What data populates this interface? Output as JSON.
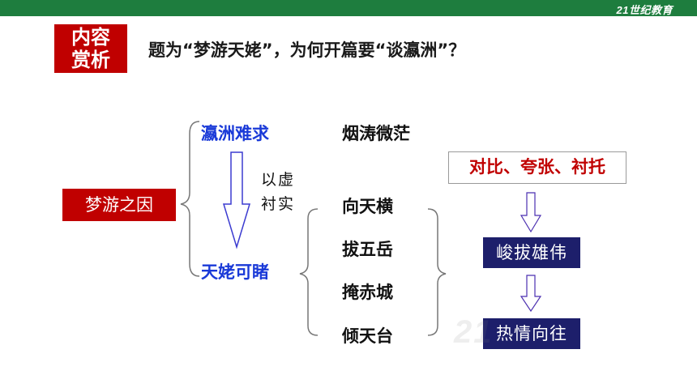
{
  "header": {
    "logo_text": "21世纪教育",
    "bar_color": "#1e7d3e"
  },
  "badge": {
    "line1": "内容",
    "line2": "赏析"
  },
  "question": "题为“梦游天姥”，为何开篇要“谈瀛洲”？",
  "cause": "梦游之因",
  "left": {
    "top": "瀛洲难求",
    "bottom": "天姥可睹",
    "arrow_label_1": "以虚",
    "arrow_label_2": "衬实"
  },
  "middle": {
    "top": "烟涛微茫",
    "items": [
      "向天横",
      "拔五岳",
      "掩赤城",
      "倾天台"
    ]
  },
  "right": {
    "technique": "对比、夸张、衬托",
    "result_1": "峻拔雄伟",
    "result_2": "热情向往"
  },
  "colors": {
    "red": "#c00000",
    "blue": "#1a3ad8",
    "navy": "#1d1f6b"
  }
}
